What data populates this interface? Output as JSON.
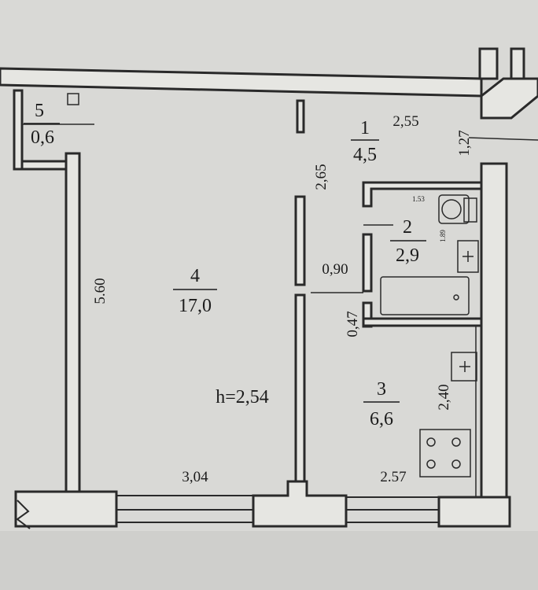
{
  "rooms": [
    {
      "number": "5",
      "area": "0,6"
    },
    {
      "number": "4",
      "area": "17,0"
    },
    {
      "number": "1",
      "area": "4,5"
    },
    {
      "number": "2",
      "area": "2,9"
    },
    {
      "number": "3",
      "area": "6,6"
    }
  ],
  "ceiling_height": "h=2,54",
  "dimensions": {
    "left_room_length": "5.60",
    "main_room_width": "3,04",
    "hall_width": "2,55",
    "hall_length": "2,65",
    "corridor": "1,27",
    "bath_door": "0,90",
    "passage": "0,47",
    "kitchen_length": "2,40",
    "kitchen_width": "2.57",
    "bath_length": "1.53",
    "bath_width": "1.89"
  },
  "colors": {
    "background": "#d9d9d6",
    "wall": "#2a2a2a",
    "wall_fill": "#e6e6e2"
  }
}
